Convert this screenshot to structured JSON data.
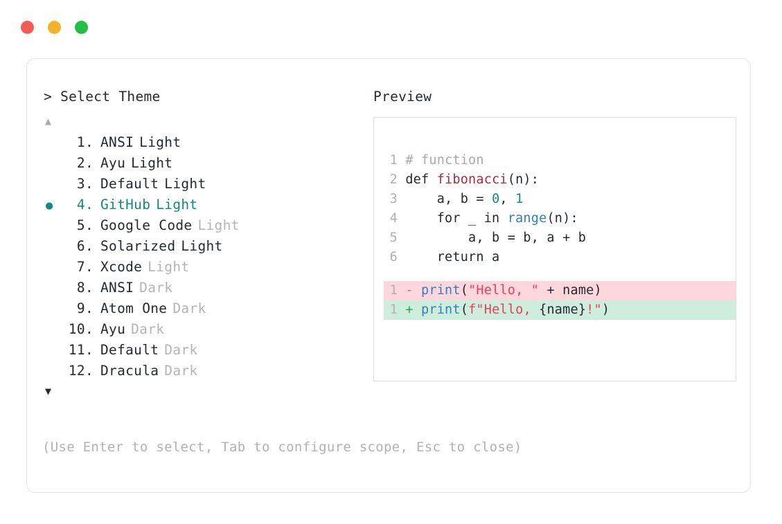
{
  "window": {
    "traffic_lights": [
      {
        "name": "close",
        "color": "#f25c54"
      },
      {
        "name": "minimize",
        "color": "#f3b229"
      },
      {
        "name": "zoom",
        "color": "#21bf43"
      }
    ]
  },
  "selector": {
    "prompt": "> Select Theme",
    "scroll_up_icon": "▲",
    "scroll_down_icon": "▼",
    "selected_bullet": "●",
    "selected_index": 4,
    "items": [
      {
        "index": "1.",
        "name": "ANSI",
        "variant": "Light",
        "variant_muted": false,
        "selected": false,
        "bullet": ""
      },
      {
        "index": "2.",
        "name": "Ayu",
        "variant": "Light",
        "variant_muted": false,
        "selected": false,
        "bullet": ""
      },
      {
        "index": "3.",
        "name": "Default",
        "variant": "Light",
        "variant_muted": false,
        "selected": false,
        "bullet": ""
      },
      {
        "index": "4.",
        "name": "GitHub",
        "variant": "Light",
        "variant_muted": false,
        "selected": true,
        "bullet": "●"
      },
      {
        "index": "5.",
        "name": "Google Code",
        "variant": "Light",
        "variant_muted": true,
        "selected": false,
        "bullet": ""
      },
      {
        "index": "6.",
        "name": "Solarized",
        "variant": "Light",
        "variant_muted": false,
        "selected": false,
        "bullet": ""
      },
      {
        "index": "7.",
        "name": "Xcode",
        "variant": "Light",
        "variant_muted": true,
        "selected": false,
        "bullet": ""
      },
      {
        "index": "8.",
        "name": "ANSI",
        "variant": "Dark",
        "variant_muted": true,
        "selected": false,
        "bullet": ""
      },
      {
        "index": "9.",
        "name": "Atom One",
        "variant": "Dark",
        "variant_muted": true,
        "selected": false,
        "bullet": ""
      },
      {
        "index": "10.",
        "name": "Ayu",
        "variant": "Dark",
        "variant_muted": true,
        "selected": false,
        "bullet": ""
      },
      {
        "index": "11.",
        "name": "Default",
        "variant": "Dark",
        "variant_muted": true,
        "selected": false,
        "bullet": ""
      },
      {
        "index": "12.",
        "name": "Dracula",
        "variant": "Dark",
        "variant_muted": true,
        "selected": false,
        "bullet": ""
      }
    ]
  },
  "preview": {
    "title": "Preview",
    "code_lines": [
      {
        "number": "1",
        "tokens": [
          {
            "t": "# function",
            "c": "comment"
          }
        ]
      },
      {
        "number": "2",
        "tokens": [
          {
            "t": "def ",
            "c": "plain"
          },
          {
            "t": "fibonacci",
            "c": "func"
          },
          {
            "t": "(n):",
            "c": "plain"
          }
        ]
      },
      {
        "number": "3",
        "tokens": [
          {
            "t": "    a, b = ",
            "c": "plain"
          },
          {
            "t": "0",
            "c": "num"
          },
          {
            "t": ", ",
            "c": "plain"
          },
          {
            "t": "1",
            "c": "num"
          }
        ]
      },
      {
        "number": "4",
        "tokens": [
          {
            "t": "    for _ in ",
            "c": "plain"
          },
          {
            "t": "range",
            "c": "builtin"
          },
          {
            "t": "(n):",
            "c": "plain"
          }
        ]
      },
      {
        "number": "5",
        "tokens": [
          {
            "t": "        a, b = b, a + b",
            "c": "plain"
          }
        ]
      },
      {
        "number": "6",
        "tokens": [
          {
            "t": "    return a",
            "c": "plain"
          }
        ]
      }
    ],
    "diff_lines": [
      {
        "number": "1",
        "sign": "-",
        "kind": "del",
        "tokens": [
          {
            "t": "print",
            "c": "builtin"
          },
          {
            "t": "(",
            "c": "plain"
          },
          {
            "t": "\"Hello, \"",
            "c": "string"
          },
          {
            "t": " + name)",
            "c": "plain"
          }
        ]
      },
      {
        "number": "1",
        "sign": "+",
        "kind": "add",
        "tokens": [
          {
            "t": "print",
            "c": "builtin"
          },
          {
            "t": "(",
            "c": "plain"
          },
          {
            "t": "f\"Hello, ",
            "c": "string"
          },
          {
            "t": "{name}",
            "c": "plain"
          },
          {
            "t": "!\"",
            "c": "string"
          },
          {
            "t": ")",
            "c": "plain"
          }
        ]
      }
    ]
  },
  "footer": {
    "help": "(Use Enter to select, Tab to configure scope, Esc to close)"
  },
  "colors": {
    "accent_teal": "#0f8a82",
    "muted_gray": "#b4b4b8",
    "text_dark": "#24292f",
    "diff_del_bg": "#fdd7dc",
    "diff_add_bg": "#cdeedd",
    "func_red": "#b0273a",
    "builtin_blue": "#2f7fc1",
    "string_pink": "#e83e5b"
  }
}
